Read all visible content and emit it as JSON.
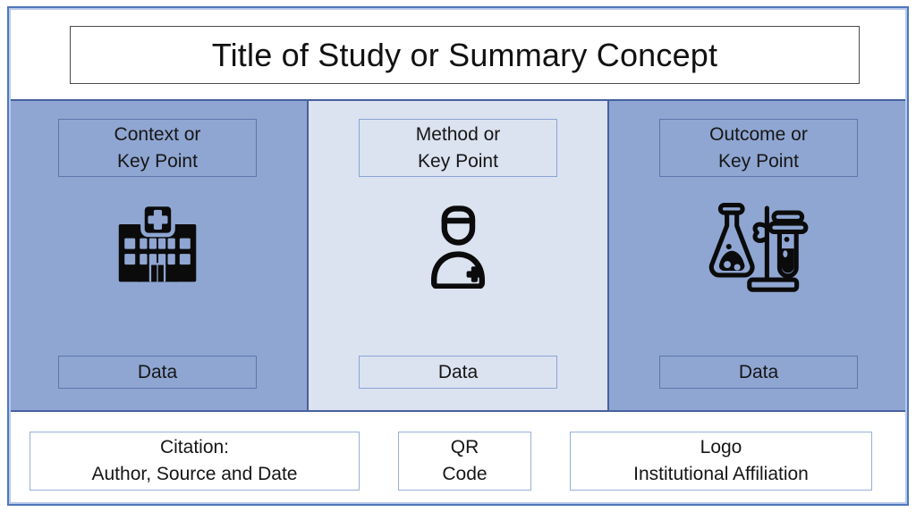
{
  "title": {
    "text": "Title of Study or Summary Concept"
  },
  "columns": [
    {
      "id": "context",
      "label": "Context or\nKey Point",
      "icon": "hospital-icon",
      "data_label": "Data",
      "background": "#8FA6D2"
    },
    {
      "id": "method",
      "label": "Method or\nKey Point",
      "icon": "doctor-icon",
      "data_label": "Data",
      "background": "#DBE2F0"
    },
    {
      "id": "outcome",
      "label": "Outcome or\nKey Point",
      "icon": "lab-equipment-icon",
      "data_label": "Data",
      "background": "#8FA6D2"
    }
  ],
  "footer": {
    "citation_label": "Citation:\nAuthor, Source and Date",
    "qr_label": "QR\nCode",
    "logo_label": "Logo\nInstitutional Affiliation"
  },
  "colors": {
    "frame_border": "#4F77BE",
    "column_border": "#46619E",
    "column_medium": "#8FA6D2",
    "column_light": "#DBE2F0",
    "box_border_dark": "#5D77AD",
    "box_border_light": "#8AA4D6",
    "footer_box_border": "#97AFDB",
    "title_box_border": "#4A4A4A",
    "icon_color": "#0B0B0B",
    "text_color": "#1C1C1C"
  }
}
